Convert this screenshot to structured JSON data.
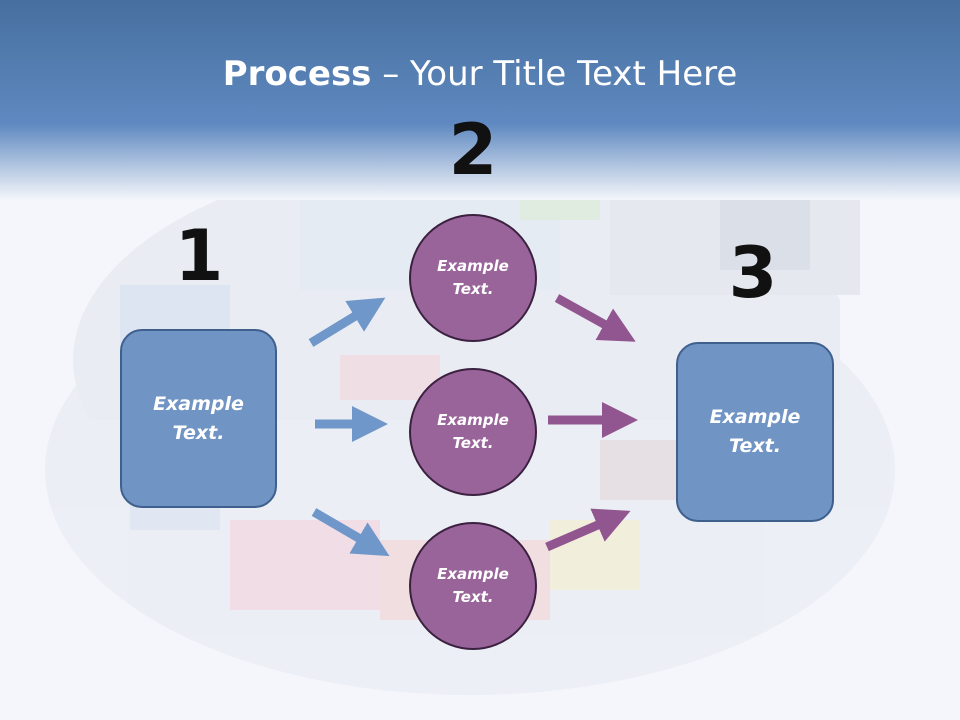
{
  "slide": {
    "title_strong": "Process",
    "title_rest": " – Your Title Text Here",
    "steps": [
      "1",
      "2",
      "3"
    ],
    "left_box": "Example\nText.",
    "right_box": "Example\nText.",
    "circles": [
      "Example\nText.",
      "Example\nText.",
      "Example\nText."
    ]
  },
  "colors": {
    "header": "#5a84bd",
    "box": "#7094c4",
    "circle": "#99649a",
    "arrow_blue": "#6f97c9",
    "arrow_purple": "#91568f"
  }
}
